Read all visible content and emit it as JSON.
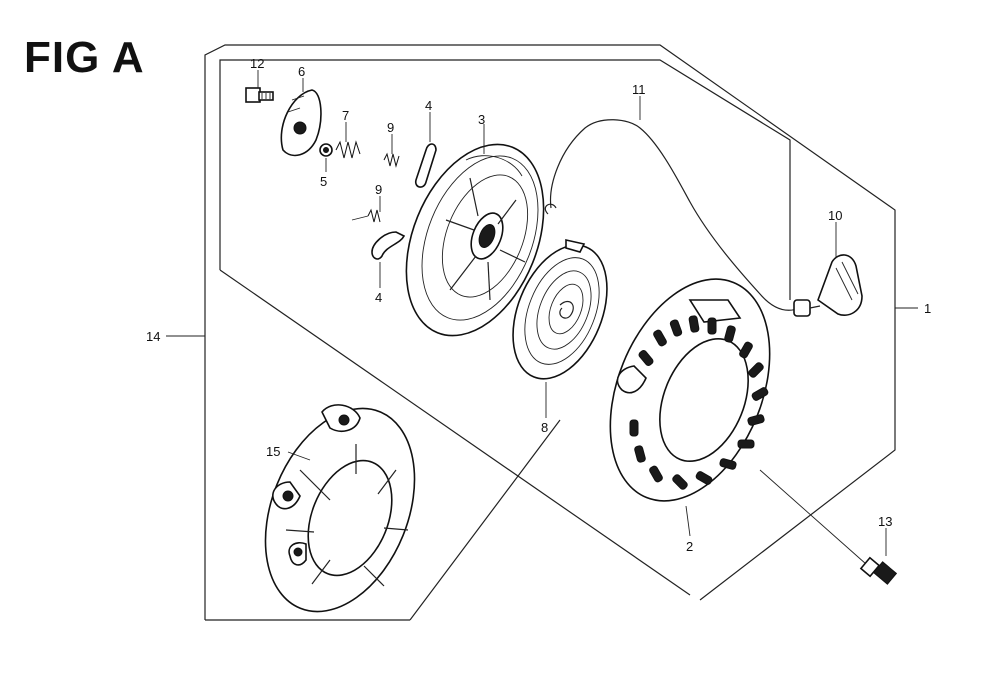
{
  "figure": {
    "title": "FIG A"
  },
  "callouts": {
    "c1": "1",
    "c2": "2",
    "c3": "3",
    "c4a": "4",
    "c4b": "4",
    "c5": "5",
    "c6": "6",
    "c7": "7",
    "c8": "8",
    "c9a": "9",
    "c9b": "9",
    "c10": "10",
    "c11": "11",
    "c12": "12",
    "c13": "13",
    "c14": "14",
    "c15": "15"
  }
}
